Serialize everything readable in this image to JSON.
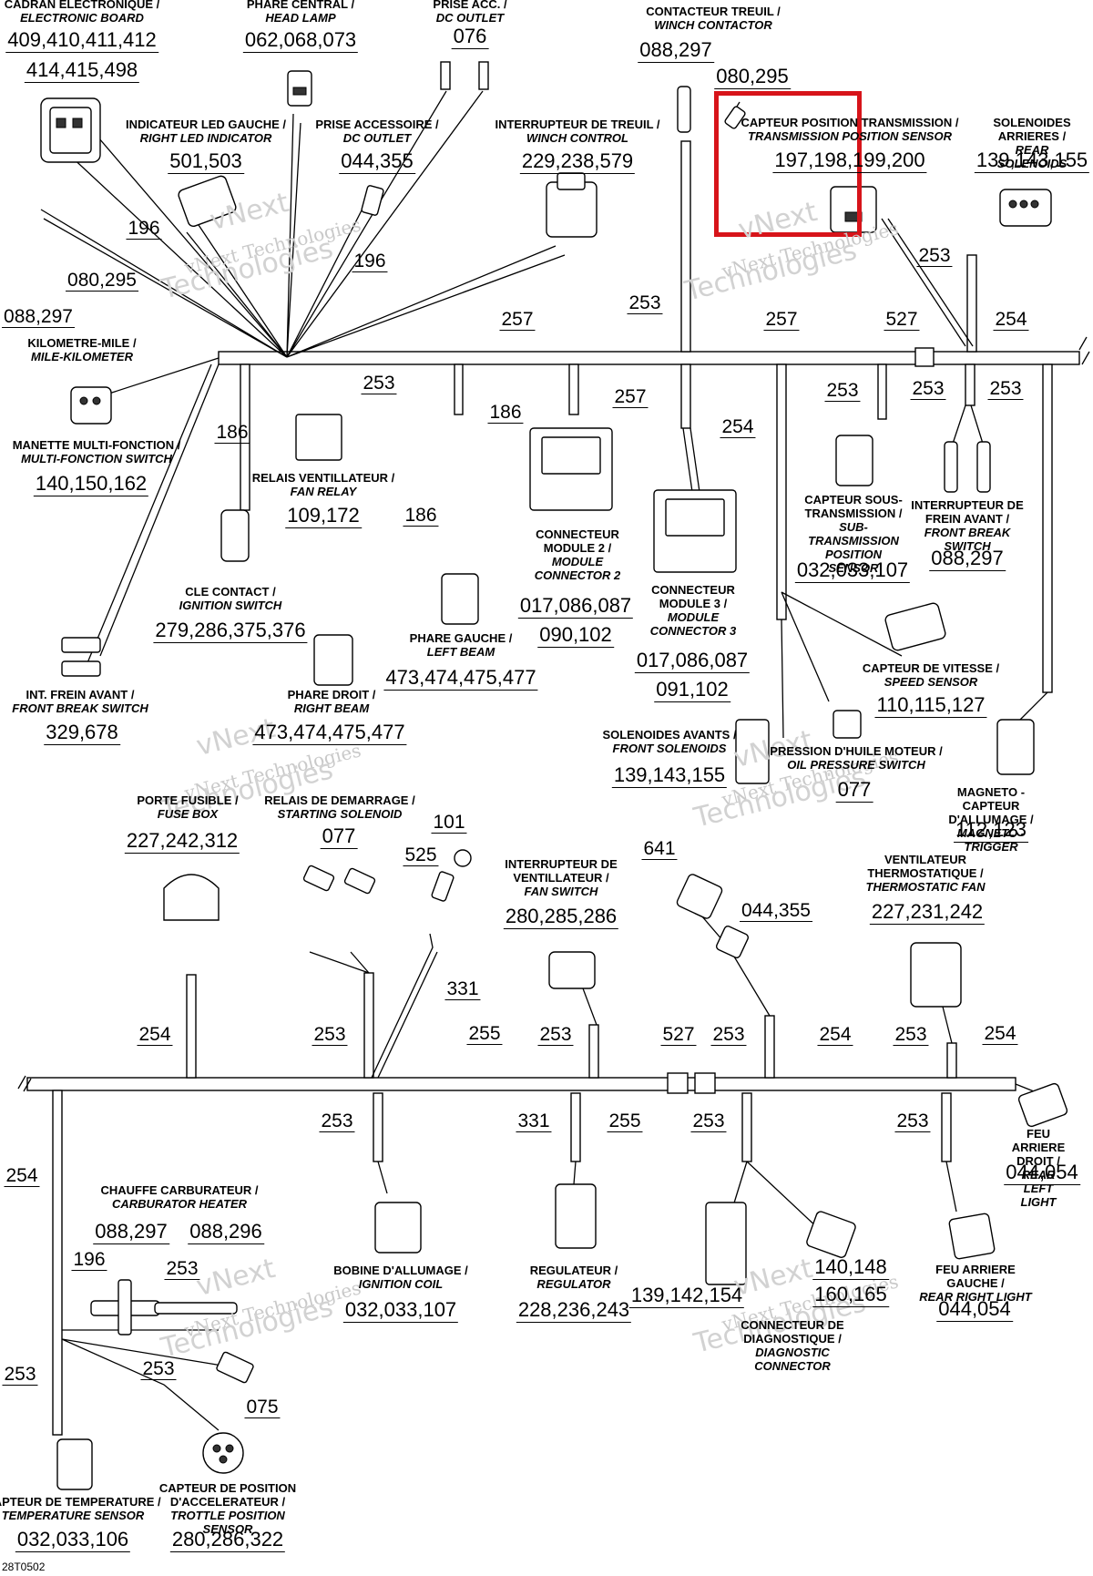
{
  "labels": {
    "electronic_board": {
      "fr": "CADRAN ELECTRONIQUE /",
      "en": "ELECTRONIC BOARD",
      "pn1": "409,410,411,412",
      "pn2": "414,415,498"
    },
    "head_lamp": {
      "fr": "PHARE CENTRAL /",
      "en": "HEAD LAMP",
      "pn": "062,068,073"
    },
    "dc_outlet_top": {
      "fr": "PRISE ACC. /",
      "en": "DC OUTLET",
      "pn": "076"
    },
    "winch_contactor": {
      "fr": "CONTACTEUR TREUIL /",
      "en": "WINCH CONTACTOR",
      "pn1": "088,297",
      "pn2": "080,295"
    },
    "right_led": {
      "fr": "INDICATEUR LED GAUCHE /",
      "en": "RIGHT LED INDICATOR",
      "pn": "501,503"
    },
    "dc_outlet": {
      "fr": "PRISE ACCESSOIRE /",
      "en": "DC OUTLET",
      "pn": "044,355"
    },
    "winch_control": {
      "fr": "INTERRUPTEUR DE TREUIL /",
      "en": "WINCH CONTROL",
      "pn": "229,238,579"
    },
    "trans_sensor": {
      "fr": "CAPTEUR POSITION TRANSMISSION /",
      "en": "TRANSMISSION POSITION SENSOR",
      "pn": "197,198,199,200"
    },
    "rear_solenoids": {
      "fr": "SOLENOIDES ARRIERES /",
      "en": "REAR SOLENOIDS",
      "pn": "139,143,155"
    },
    "mile_km": {
      "fr": "KILOMETRE-MILE /",
      "en": "MILE-KILOMETER"
    },
    "multi_switch": {
      "fr": "MANETTE MULTI-FONCTION /",
      "en": "MULTI-FONCTION SWITCH",
      "pn": "140,150,162"
    },
    "fan_relay": {
      "fr": "RELAIS VENTILLATEUR /",
      "en": "FAN RELAY",
      "pn": "109,172"
    },
    "ignition_switch": {
      "fr": "CLE CONTACT /",
      "en": "IGNITION SWITCH",
      "pn": "279,286,375,376"
    },
    "module2": {
      "fr": "CONNECTEUR MODULE 2 /",
      "en": "MODULE CONNECTOR 2",
      "pn1": "017,086,087",
      "pn2": "090,102"
    },
    "module3": {
      "fr": "CONNECTEUR MODULE 3 /",
      "en": "MODULE CONNECTOR 3",
      "pn1": "017,086,087",
      "pn2": "091,102"
    },
    "sub_trans": {
      "fr": "CAPTEUR SOUS-TRANSMISSION /",
      "en": "SUB-TRANSMISSION POSITION SENSOR",
      "pn": "032,033,107"
    },
    "front_brake_switch_r": {
      "fr": "INTERRUPTEUR DE FREIN AVANT /",
      "en": "FRONT BREAK SWITCH",
      "pn": "088,297"
    },
    "left_beam": {
      "fr": "PHARE GAUCHE /",
      "en": "LEFT BEAM",
      "pn": "473,474,475,477"
    },
    "right_beam": {
      "fr": "PHARE DROIT /",
      "en": "RIGHT BEAM",
      "pn": "473,474,475,477"
    },
    "front_brake_switch_l": {
      "fr": "INT. FREIN AVANT /",
      "en": "FRONT BREAK SWITCH",
      "pn": "329,678"
    },
    "speed_sensor": {
      "fr": "CAPTEUR DE VITESSE /",
      "en": "SPEED SENSOR",
      "pn": "110,115,127"
    },
    "front_solenoids": {
      "fr": "SOLENOIDES AVANTS /",
      "en": "FRONT SOLENOIDS",
      "pn": "139,143,155"
    },
    "oil_pressure": {
      "fr": "PRESSION D'HUILE MOTEUR /",
      "en": "OIL PRESSURE SWITCH",
      "pn": "077"
    },
    "magneto": {
      "fr": "MAGNETO - CAPTEUR D'ALLUMAGE /",
      "en": "MAGNETO - TRIGGER",
      "pn": "112,123"
    },
    "fuse_box": {
      "fr": "PORTE FUSIBLE /",
      "en": "FUSE BOX",
      "pn": "227,242,312"
    },
    "starting_solenoid": {
      "fr": "RELAIS DE DEMARRAGE /",
      "en": "STARTING SOLENOID",
      "pn": "077"
    },
    "fan_switch": {
      "fr": "INTERRUPTEUR DE VENTILLATEUR /",
      "en": "FAN SWITCH",
      "pn": "280,285,286"
    },
    "thermo_fan": {
      "fr": "VENTILATEUR THERMOSTATIQUE /",
      "en": "THERMOSTATIC FAN",
      "pn": "227,231,242"
    },
    "rear_left_light": {
      "fr": "FEU ARRIERE DROIT /",
      "en": "REAR LEFT LIGHT",
      "pn": "044,054"
    },
    "carb_heater": {
      "fr": "CHAUFFE CARBURATEUR /",
      "en": "CARBURATOR HEATER",
      "pn1": "088,297",
      "pn2": "088,296"
    },
    "ignition_coil": {
      "fr": "BOBINE D'ALLUMAGE /",
      "en": "IGNITION COIL",
      "pn": "032,033,107"
    },
    "regulator": {
      "fr": "REGULATEUR /",
      "en": "REGULATOR",
      "pn": "228,236,243"
    },
    "diag": {
      "fr": "CONNECTEUR DE DIAGNOSTIQUE /",
      "en": "DIAGNOSTIC CONNECTOR",
      "pn1": "139,142,154",
      "pn2": "140,148",
      "pn3": "160,165"
    },
    "rear_right_light": {
      "fr": "FEU ARRIERE GAUCHE /",
      "en": "REAR RIGHT LIGHT",
      "pn": "044,054"
    },
    "temp_sensor": {
      "fr": "CAPTEUR DE TEMPERATURE /",
      "en": "TEMPERATURE SENSOR",
      "pn": "032,033,106"
    },
    "throttle_sensor": {
      "fr": "CAPTEUR DE POSITION D'ACCELERATEUR /",
      "en": "TROTTLE POSITION SENSOR",
      "pn": "280,286,322"
    }
  },
  "refs": {
    "r196a": "196",
    "r080_295": "080,295",
    "r088_297": "088,297",
    "r196b": "196",
    "r257a": "257",
    "r257b": "257",
    "r527a": "527",
    "r253a": "253",
    "r253b": "253",
    "r254a": "254",
    "r186a": "186",
    "r186b": "186",
    "r186c": "186",
    "r253c": "253",
    "r257c": "257",
    "r254b": "254",
    "r253d": "253",
    "r253e": "253",
    "r253f": "253",
    "r101": "101",
    "r525": "525",
    "r641": "641",
    "r044_355": "044,355",
    "r331a": "331",
    "r254c": "254",
    "r253g": "253",
    "r255a": "255",
    "r253h": "253",
    "r527b": "527",
    "r253i": "253",
    "r254d": "254",
    "r253j": "253",
    "r254e": "254",
    "r253k": "253",
    "r331b": "331",
    "r255b": "255",
    "r253l": "253",
    "r253m": "253",
    "r254f": "254",
    "r196c": "196",
    "r253n": "253",
    "r253o": "253",
    "r253p": "253",
    "r075": "075"
  },
  "watermark": {
    "line1": "vNext",
    "line2": "vNext Technologies",
    "line3": "Technologies"
  },
  "footer_code": "28T0502",
  "highlight_color": "#d7141a"
}
